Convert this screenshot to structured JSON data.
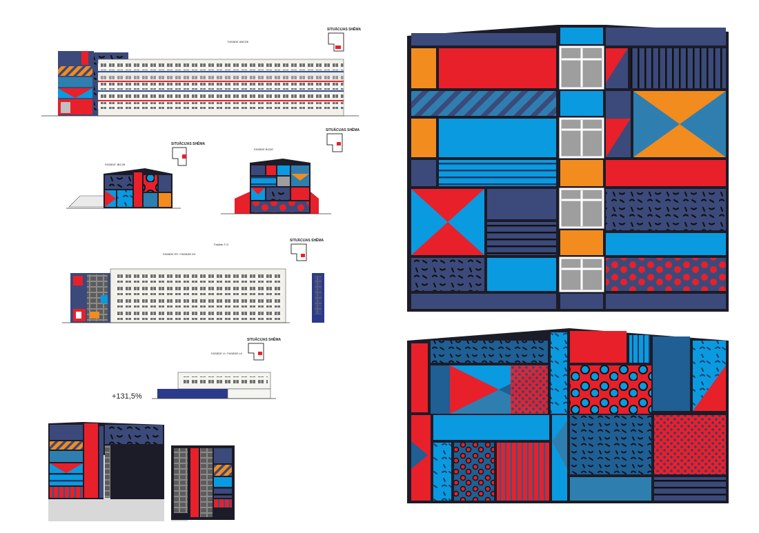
{
  "labels": {
    "facade_main": "FASĀDE ABCDE",
    "facade_j": "FASĀDE JBCJB",
    "facade_b": "FASĀDE BCDE",
    "facade_fg": "Fasāde F-G",
    "facade_ef": "FASĀDE EF / FASĀDE IIH",
    "facade_lk": "FASĀDE IJ / FASĀDE LK",
    "situation": "SITUĀCIJAS SHĒMA",
    "ratio": "+131,5%"
  },
  "colors": {
    "navy": "#3b4a7a",
    "red": "#e8202a",
    "blue": "#0a9ae0",
    "orange": "#f28c1e",
    "steel": "#2e7fb0",
    "grey": "#9e9e9e",
    "outline": "#1c1c28"
  }
}
